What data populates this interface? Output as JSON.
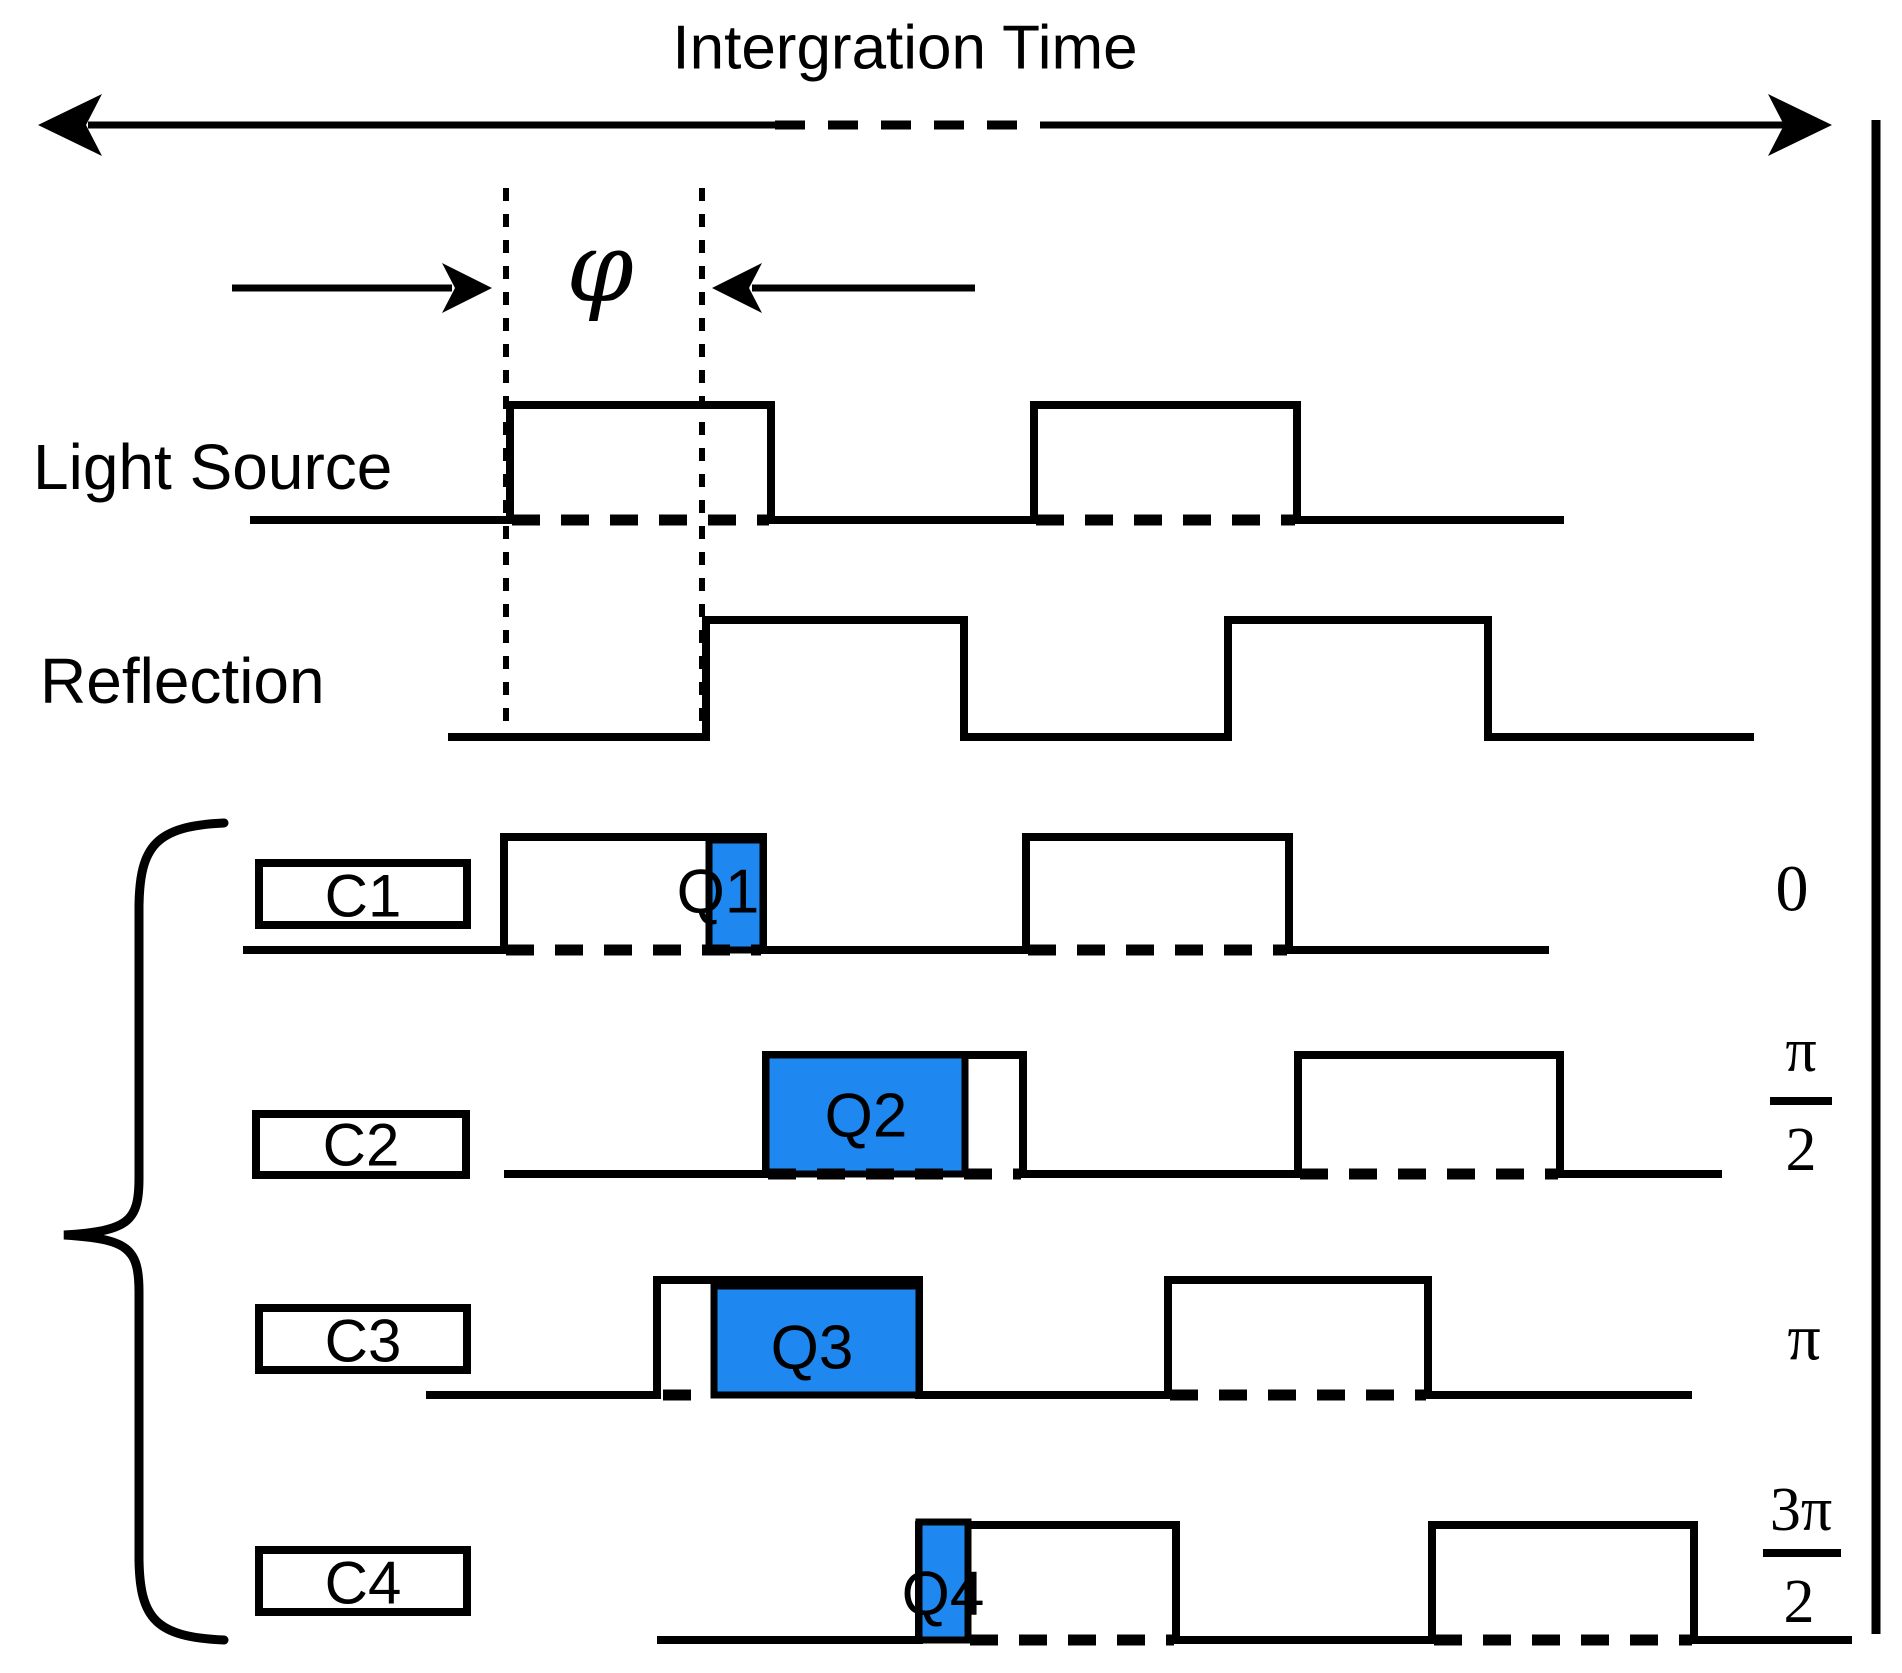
{
  "title": "Intergration Time",
  "phi_label": "φ",
  "signals": {
    "light_source": "Light Source",
    "reflection": "Reflection"
  },
  "channels": [
    {
      "label": "C1",
      "charge": "Q1",
      "phase": "0"
    },
    {
      "label": "C2",
      "charge": "Q2",
      "phase_num": "π",
      "phase_den": "2"
    },
    {
      "label": "C3",
      "charge": "Q3",
      "phase": "π"
    },
    {
      "label": "C4",
      "charge": "Q4",
      "phase_num": "3π",
      "phase_den": "2"
    }
  ],
  "colors": {
    "charge_fill": "#1E87F0",
    "ink": "#000000",
    "background": "#FFFFFF"
  }
}
